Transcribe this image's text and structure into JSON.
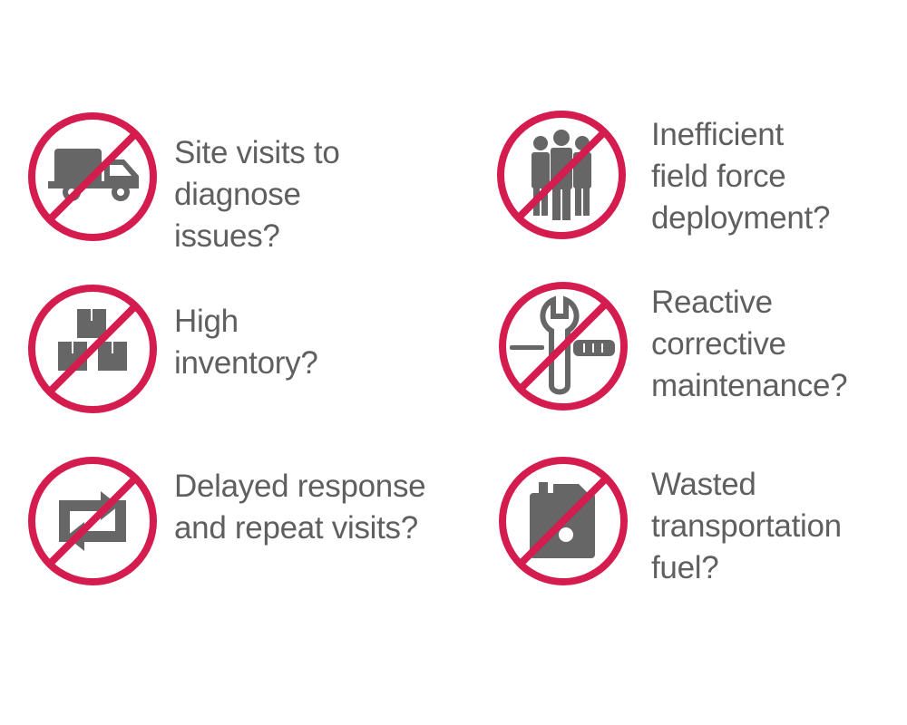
{
  "colors": {
    "prohibition_red": "#d41c4f",
    "icon_gray": "#666666",
    "text_gray": "#5f5f5f",
    "background": "#ffffff"
  },
  "items": [
    {
      "icon": "truck-icon",
      "lines": [
        "Site visits to",
        "diagnose",
        "issues?"
      ]
    },
    {
      "icon": "workers-icon",
      "lines": [
        "Inefficient",
        "field force",
        "deployment?"
      ]
    },
    {
      "icon": "boxes-icon",
      "lines": [
        "High",
        "inventory?"
      ]
    },
    {
      "icon": "tools-icon",
      "lines": [
        "Reactive",
        "corrective",
        "maintenance?"
      ]
    },
    {
      "icon": "repeat-icon",
      "lines": [
        "Delayed response",
        "and repeat visits?"
      ]
    },
    {
      "icon": "fuel-can-icon",
      "lines": [
        "Wasted",
        "transportation",
        "fuel?"
      ]
    }
  ]
}
